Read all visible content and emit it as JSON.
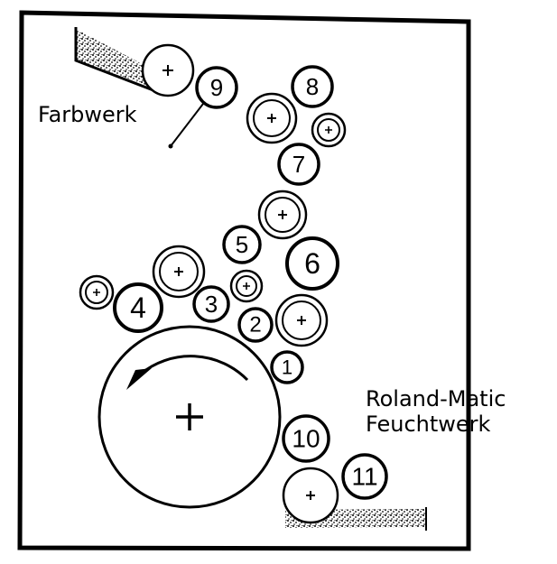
{
  "labels": {
    "inking": "Farbwerk",
    "dampening_line1": "Roland-Matic",
    "dampening_line2": "Feuchtwerk"
  },
  "rollers": {
    "r1": "1",
    "r2": "2",
    "r3": "3",
    "r4": "4",
    "r5": "5",
    "r6": "6",
    "r7": "7",
    "r8": "8",
    "r9": "9",
    "r10": "10",
    "r11": "11"
  },
  "center_mark": "+",
  "colors": {
    "ink": "#000000",
    "paper": "#ffffff"
  }
}
